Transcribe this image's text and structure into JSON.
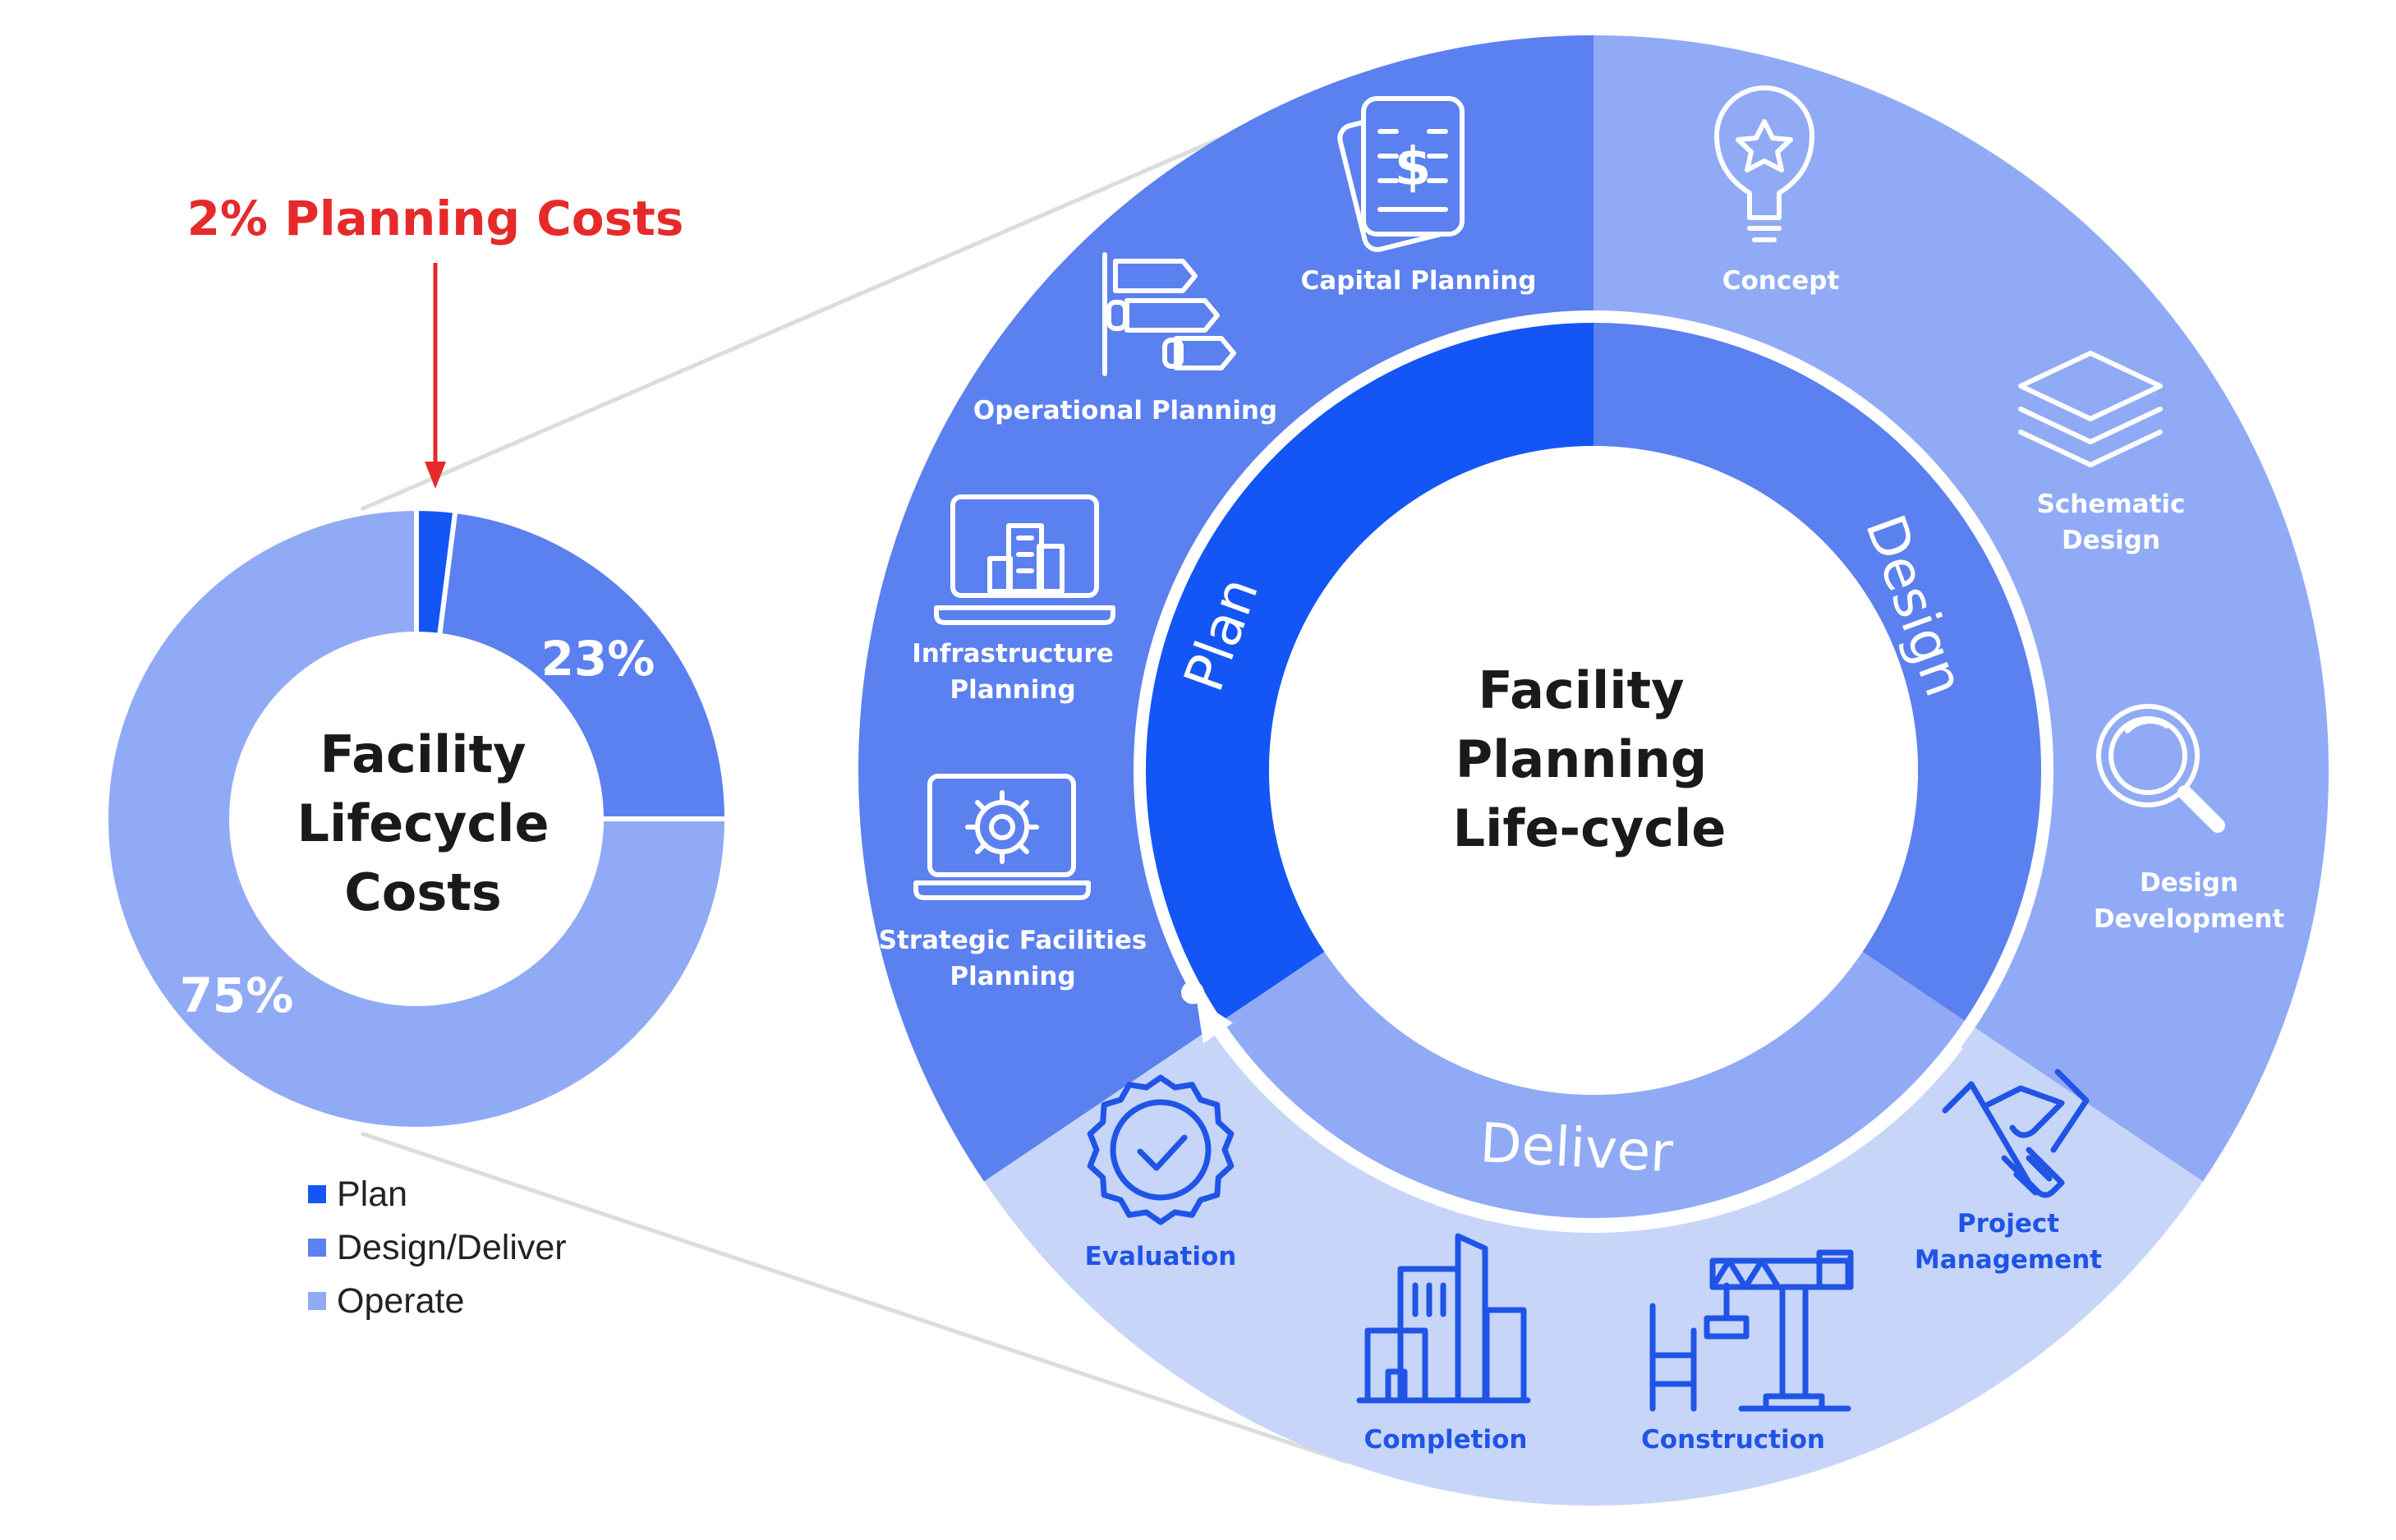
{
  "colors": {
    "plan": "#1456f5",
    "design_deliver": "#5b80ef",
    "operate": "#91aaf6",
    "outer_plan": "#5b80ef",
    "outer_design": "#91aaf6",
    "outer_deliver": "#c7d5f9",
    "callout_red": "#e62a2a",
    "icon_blue": "#1f54e6"
  },
  "callout": {
    "text": "2% Planning Costs"
  },
  "lifecycle_costs": {
    "title_lines": [
      "Facility",
      "Lifecycle",
      "Costs"
    ],
    "chart_data": {
      "type": "pie",
      "categories": [
        "Plan",
        "Design/Deliver",
        "Operate"
      ],
      "values": [
        2,
        23,
        75
      ],
      "data_labels": [
        "",
        "23%",
        "75%"
      ]
    },
    "legend": [
      {
        "label": "Plan",
        "color": "#1456f5"
      },
      {
        "label": "Design/Deliver",
        "color": "#5b80ef"
      },
      {
        "label": "Operate",
        "color": "#91aaf6"
      }
    ]
  },
  "lifecycle_wheel": {
    "title_lines": [
      "Facility",
      "Planning",
      "Life-cycle"
    ],
    "phases": [
      "Plan",
      "Design",
      "Deliver"
    ],
    "plan_steps": [
      {
        "label_lines": [
          "Capital Planning"
        ],
        "icon": "invoice-dollar-icon"
      },
      {
        "label_lines": [
          "Operational Planning"
        ],
        "icon": "flag-steps-icon"
      },
      {
        "label_lines": [
          "Infrastructure",
          "Planning"
        ],
        "icon": "laptop-buildings-icon"
      },
      {
        "label_lines": [
          "Strategic Facilities",
          "Planning"
        ],
        "icon": "laptop-gear-icon"
      }
    ],
    "design_steps": [
      {
        "label_lines": [
          "Concept"
        ],
        "icon": "lightbulb-star-icon"
      },
      {
        "label_lines": [
          "Schematic",
          "Design"
        ],
        "icon": "layers-icon"
      },
      {
        "label_lines": [
          "Design",
          "Development"
        ],
        "icon": "magnifier-icon"
      }
    ],
    "deliver_steps": [
      {
        "label_lines": [
          "Project",
          "Management"
        ],
        "icon": "handshake-icon"
      },
      {
        "label_lines": [
          "Construction"
        ],
        "icon": "crane-icon"
      },
      {
        "label_lines": [
          "Completion"
        ],
        "icon": "buildings-icon"
      },
      {
        "label_lines": [
          "Evaluation"
        ],
        "icon": "badge-check-icon"
      }
    ]
  }
}
